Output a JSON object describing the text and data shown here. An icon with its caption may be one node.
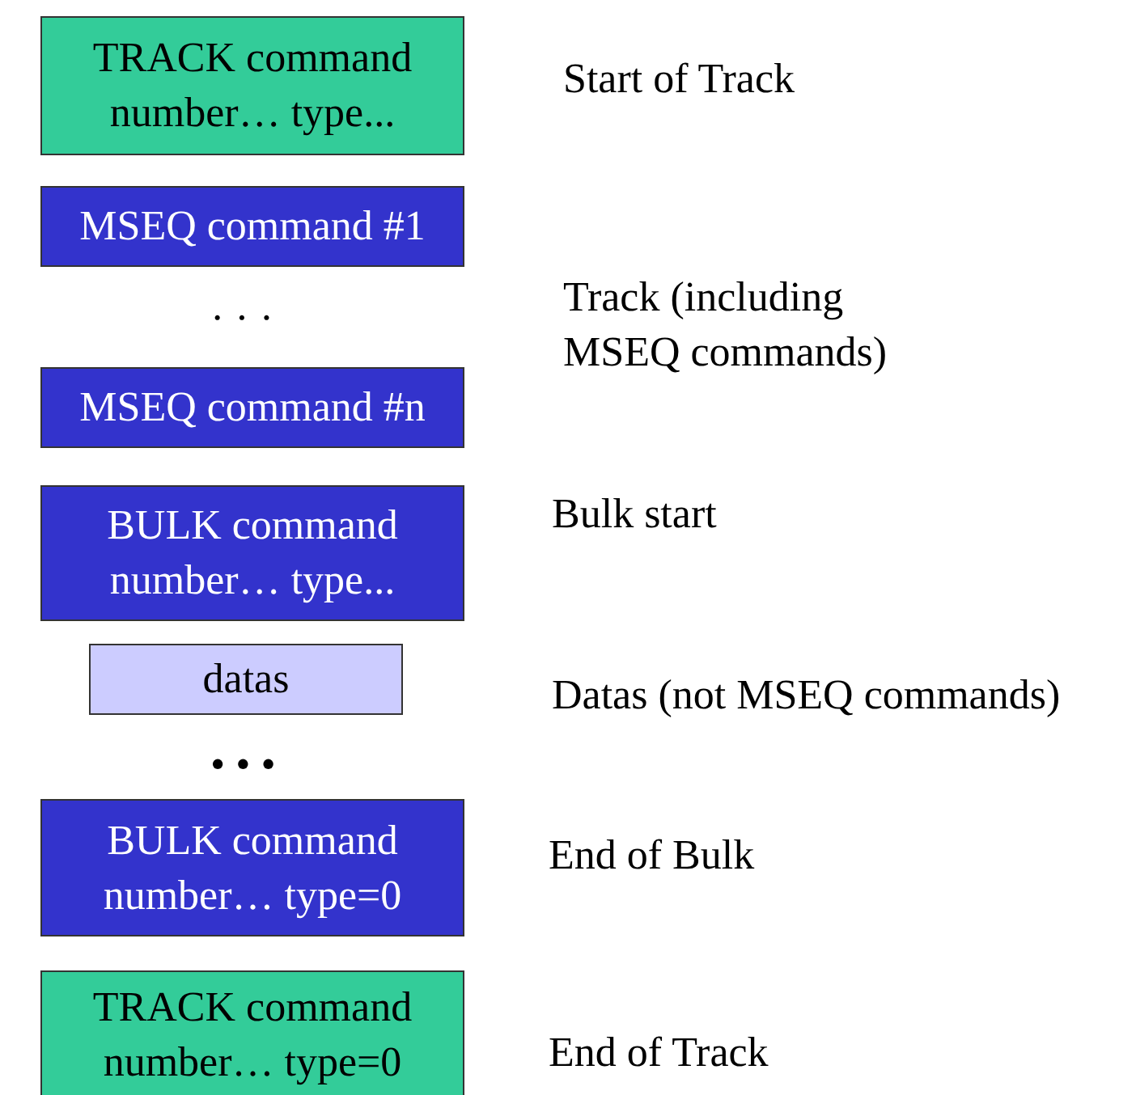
{
  "diagram": {
    "nodes": [
      {
        "text": [
          "TRACK command number… type..."
        ],
        "beside": [
          "Start of Track"
        ]
      },
      {
        "text": [
          "MSEQ command #1"
        ]
      },
      {
        "text": [
          "MSEQ command #n"
        ]
      },
      {
        "text": [
          "BULK command number… type..."
        ],
        "beside": [
          "Bulk start"
        ]
      },
      {
        "text": [
          "datas"
        ],
        "beside": [
          "Datas (not MSEQ commands)"
        ]
      },
      {
        "text": [
          "BULK command number… type=0"
        ],
        "beside": [
          "End of Bulk"
        ]
      },
      {
        "text": [
          "TRACK command number… type=0"
        ],
        "beside": [
          "End of Track"
        ]
      }
    ],
    "labels": [
      "· · ·",
      "Track (including MSEQ commands)",
      "• • •"
    ]
  }
}
